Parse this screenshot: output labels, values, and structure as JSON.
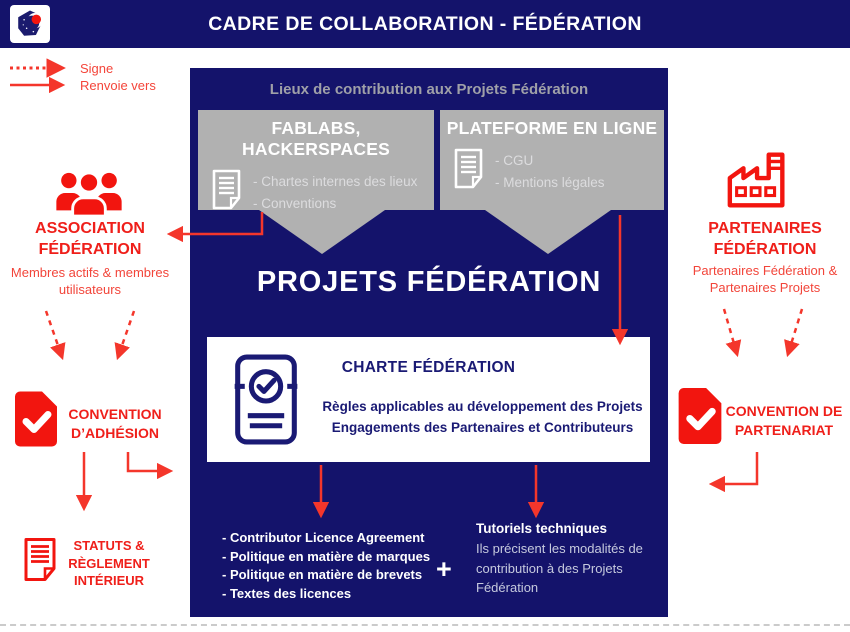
{
  "header": {
    "title": "CADRE DE COLLABORATION - FÉDÉRATION"
  },
  "legend": {
    "sign_label": "Signe",
    "refers_label": "Renvoie vers"
  },
  "panel": {
    "title": "Lieux de contribution aux Projets Fédération",
    "fablabs": {
      "title": "FABLABS, HACKERSPACES",
      "items": [
        "- Chartes internes des lieux",
        "- Conventions"
      ]
    },
    "platform": {
      "title": "PLATEFORME EN LIGNE",
      "items": [
        "- CGU",
        "- Mentions légales"
      ]
    },
    "projects_title": "PROJETS FÉDÉRATION",
    "charte": {
      "title": "CHARTE FÉDÉRATION",
      "line1": "Règles applicables au développement des Projets",
      "line2": "Engagements des Partenaires et Contributeurs"
    },
    "documents": [
      "- Contributor Licence Agreement",
      "- Politique en matière de marques",
      "- Politique en matière de brevets",
      "- Textes des licences"
    ],
    "plus": "+",
    "tutorials": {
      "title": "Tutoriels techniques",
      "description": "Ils précisent les modalités de contribution à des Projets Fédération"
    }
  },
  "left": {
    "association": {
      "title": "ASSOCIATION FÉDÉRATION",
      "subtitle": "Membres actifs & membres utilisateurs"
    },
    "convention_adhesion": "CONVENTION D’ADHÉSION",
    "statuts": "STATUTS & RÈGLEMENT INTÉRIEUR"
  },
  "right": {
    "partenaires": {
      "title": "PARTENAIRES FÉDÉRATION",
      "subtitle": "Partenaires Fédération & Partenaires Projets"
    },
    "convention_partenariat": "CONVENTION DE PARTENARIAT"
  },
  "icons": {
    "logo": "federation-logo",
    "people": "people-group-icon",
    "factory": "factory-icon",
    "doc_check": "document-check-icon",
    "doc_lines": "document-lines-icon",
    "certificate": "certificate-check-icon"
  },
  "colors": {
    "navy": "#14136b",
    "red": "#ef1f1a",
    "arrow_red": "#f4362b",
    "gray_box": "#b1b1b1",
    "panel_title_gray": "#9fa0a8",
    "muted_blue_text": "#c6cade"
  }
}
